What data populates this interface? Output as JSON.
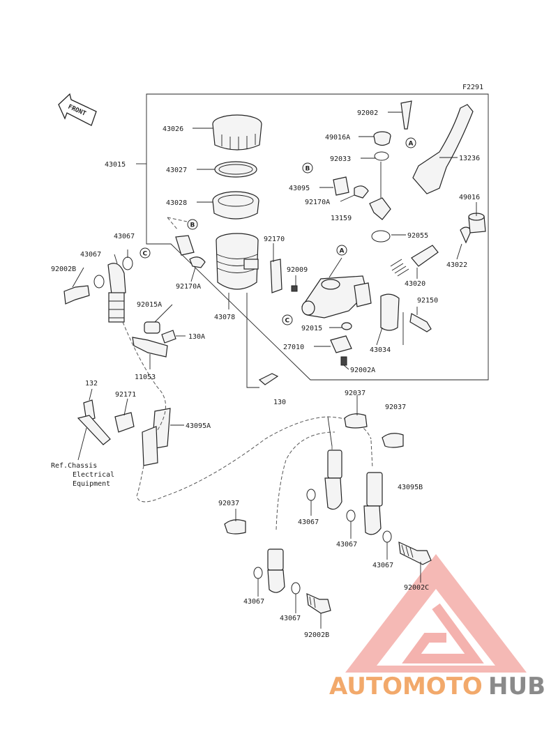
{
  "figure_code": "F2291",
  "front_label": "FRONT",
  "ref_note": [
    "Ref.Chassis",
    "Electrical",
    "Equipment"
  ],
  "circled_refs": [
    "A",
    "B",
    "C"
  ],
  "parts": [
    "43026",
    "43027",
    "43028",
    "43015",
    "43067",
    "43067",
    "92002B",
    "92170A",
    "92170",
    "92009",
    "43078",
    "92015A",
    "130A",
    "11053",
    "92002",
    "49016A",
    "92033",
    "43095",
    "92170A",
    "13159",
    "13236",
    "49016",
    "92055",
    "43022",
    "43020",
    "92150",
    "92015",
    "43034",
    "27010",
    "92002A",
    "130",
    "132",
    "92171",
    "43095A",
    "92037",
    "92037",
    "92037",
    "43095B",
    "43067",
    "43067",
    "43067",
    "43067",
    "43067",
    "92002C",
    "92002B"
  ],
  "watermark": {
    "part1": "AUTOMOTO",
    "part2": "HUB",
    "color1": "#f2a96b",
    "color2": "#8a8a8a",
    "triangle_color": "#e8554d"
  }
}
